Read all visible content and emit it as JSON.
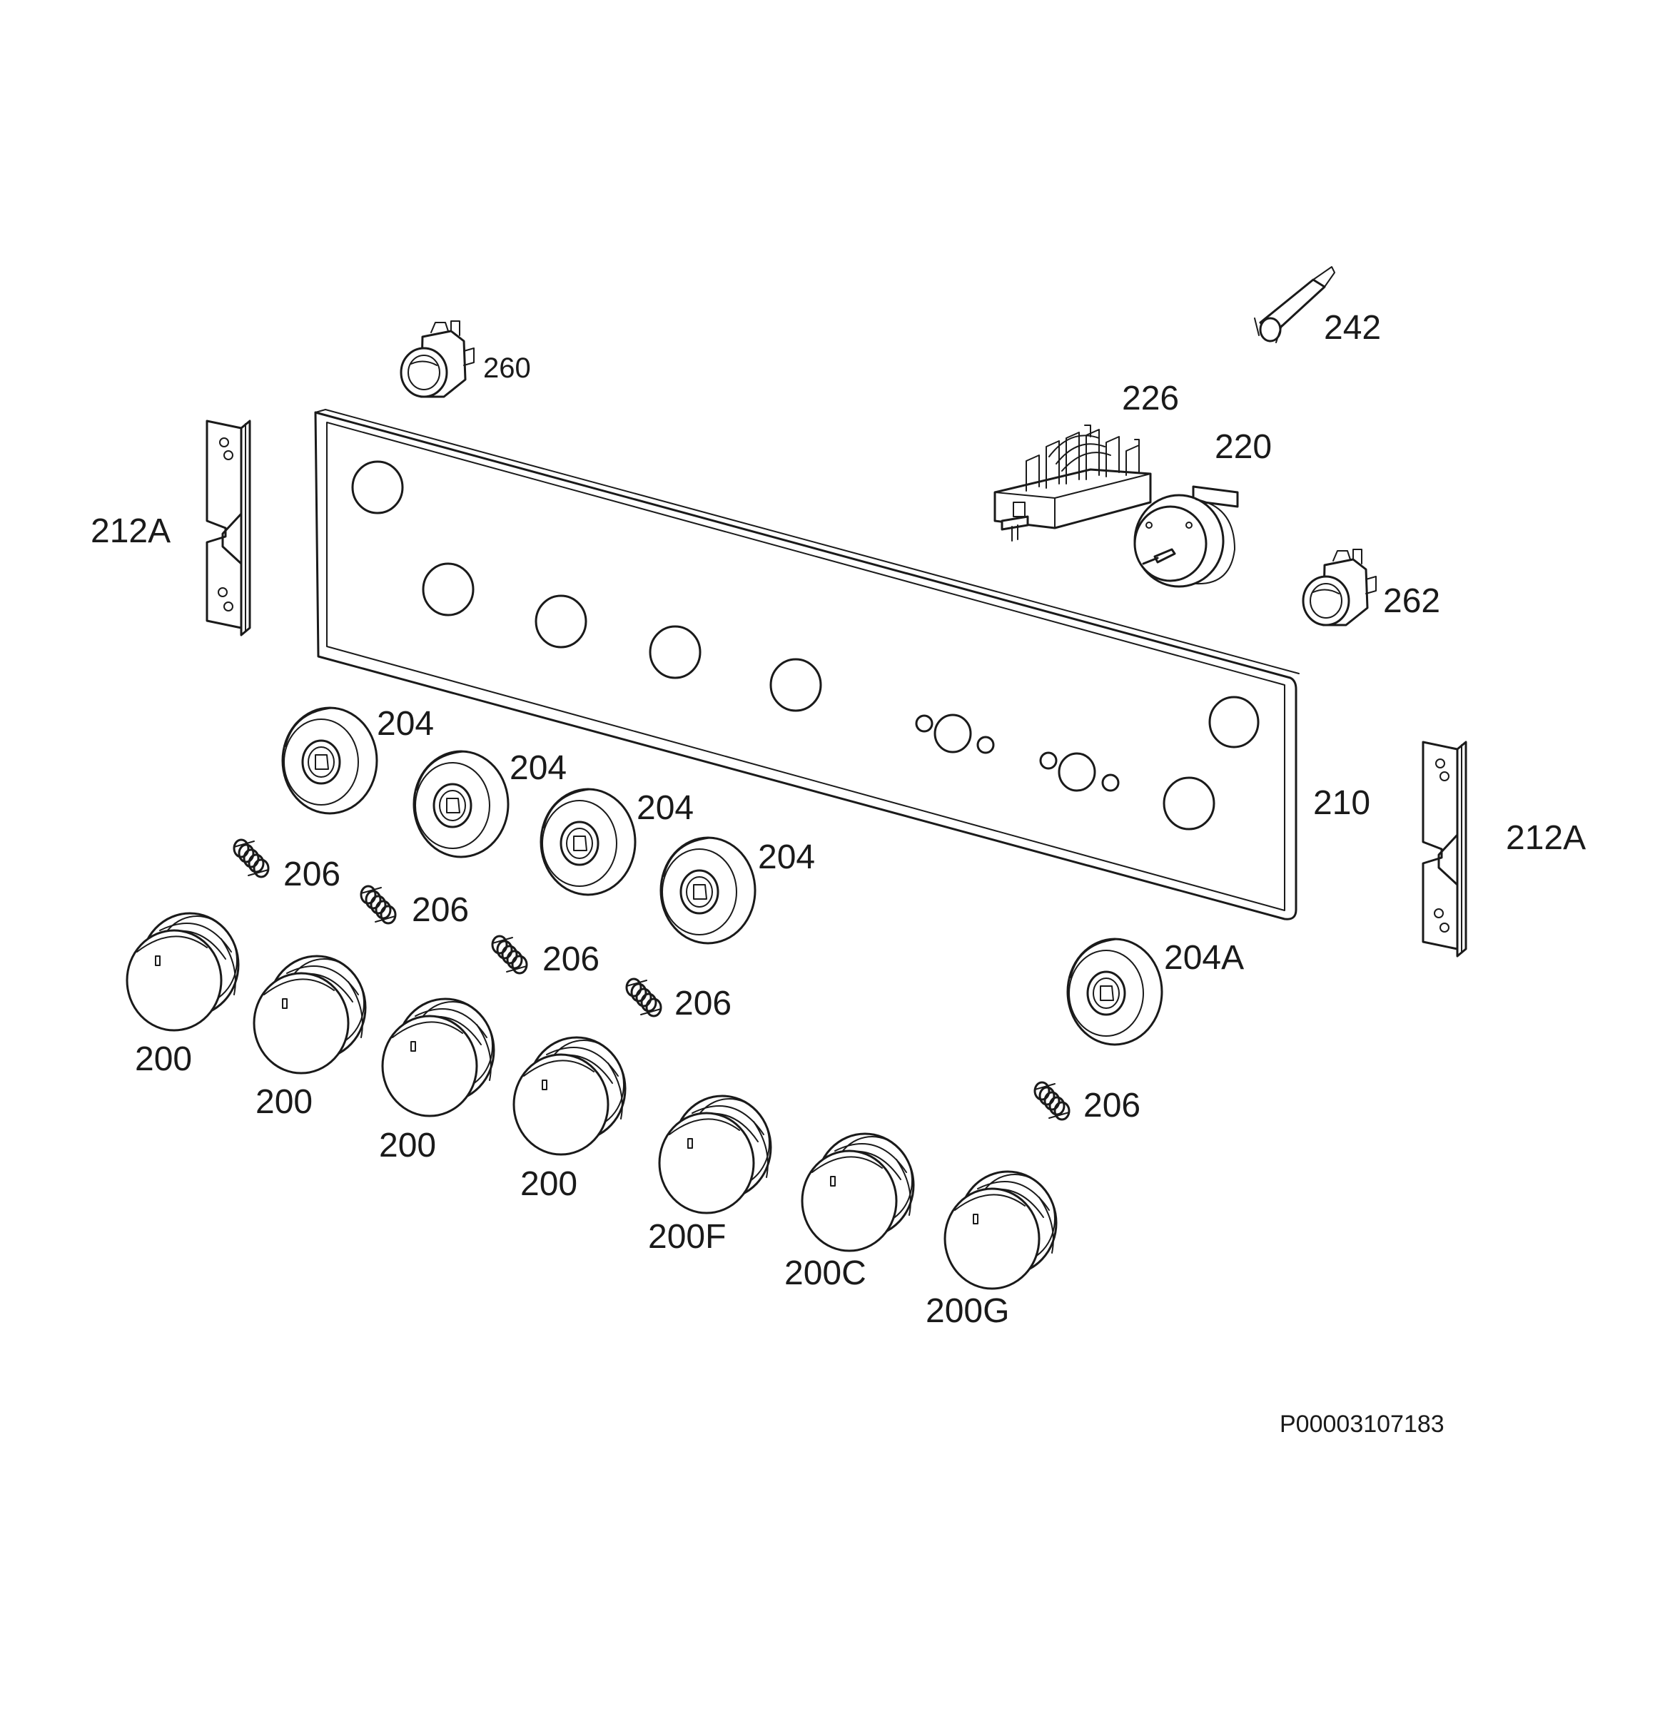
{
  "diagram": {
    "drawing_code": "P00003107183",
    "labels": {
      "p212a_left": "212A",
      "p212a_right": "212A",
      "p210": "210",
      "p260": "260",
      "p262": "262",
      "p242": "242",
      "p226": "226",
      "p220": "220",
      "p204_1": "204",
      "p204_2": "204",
      "p204_3": "204",
      "p204_4": "204",
      "p204a": "204A",
      "p206_1": "206",
      "p206_2": "206",
      "p206_3": "206",
      "p206_4": "206",
      "p206_5": "206",
      "p200_1": "200",
      "p200_2": "200",
      "p200_3": "200",
      "p200_4": "200",
      "p200f": "200F",
      "p200c": "200C",
      "p200g": "200G"
    }
  }
}
